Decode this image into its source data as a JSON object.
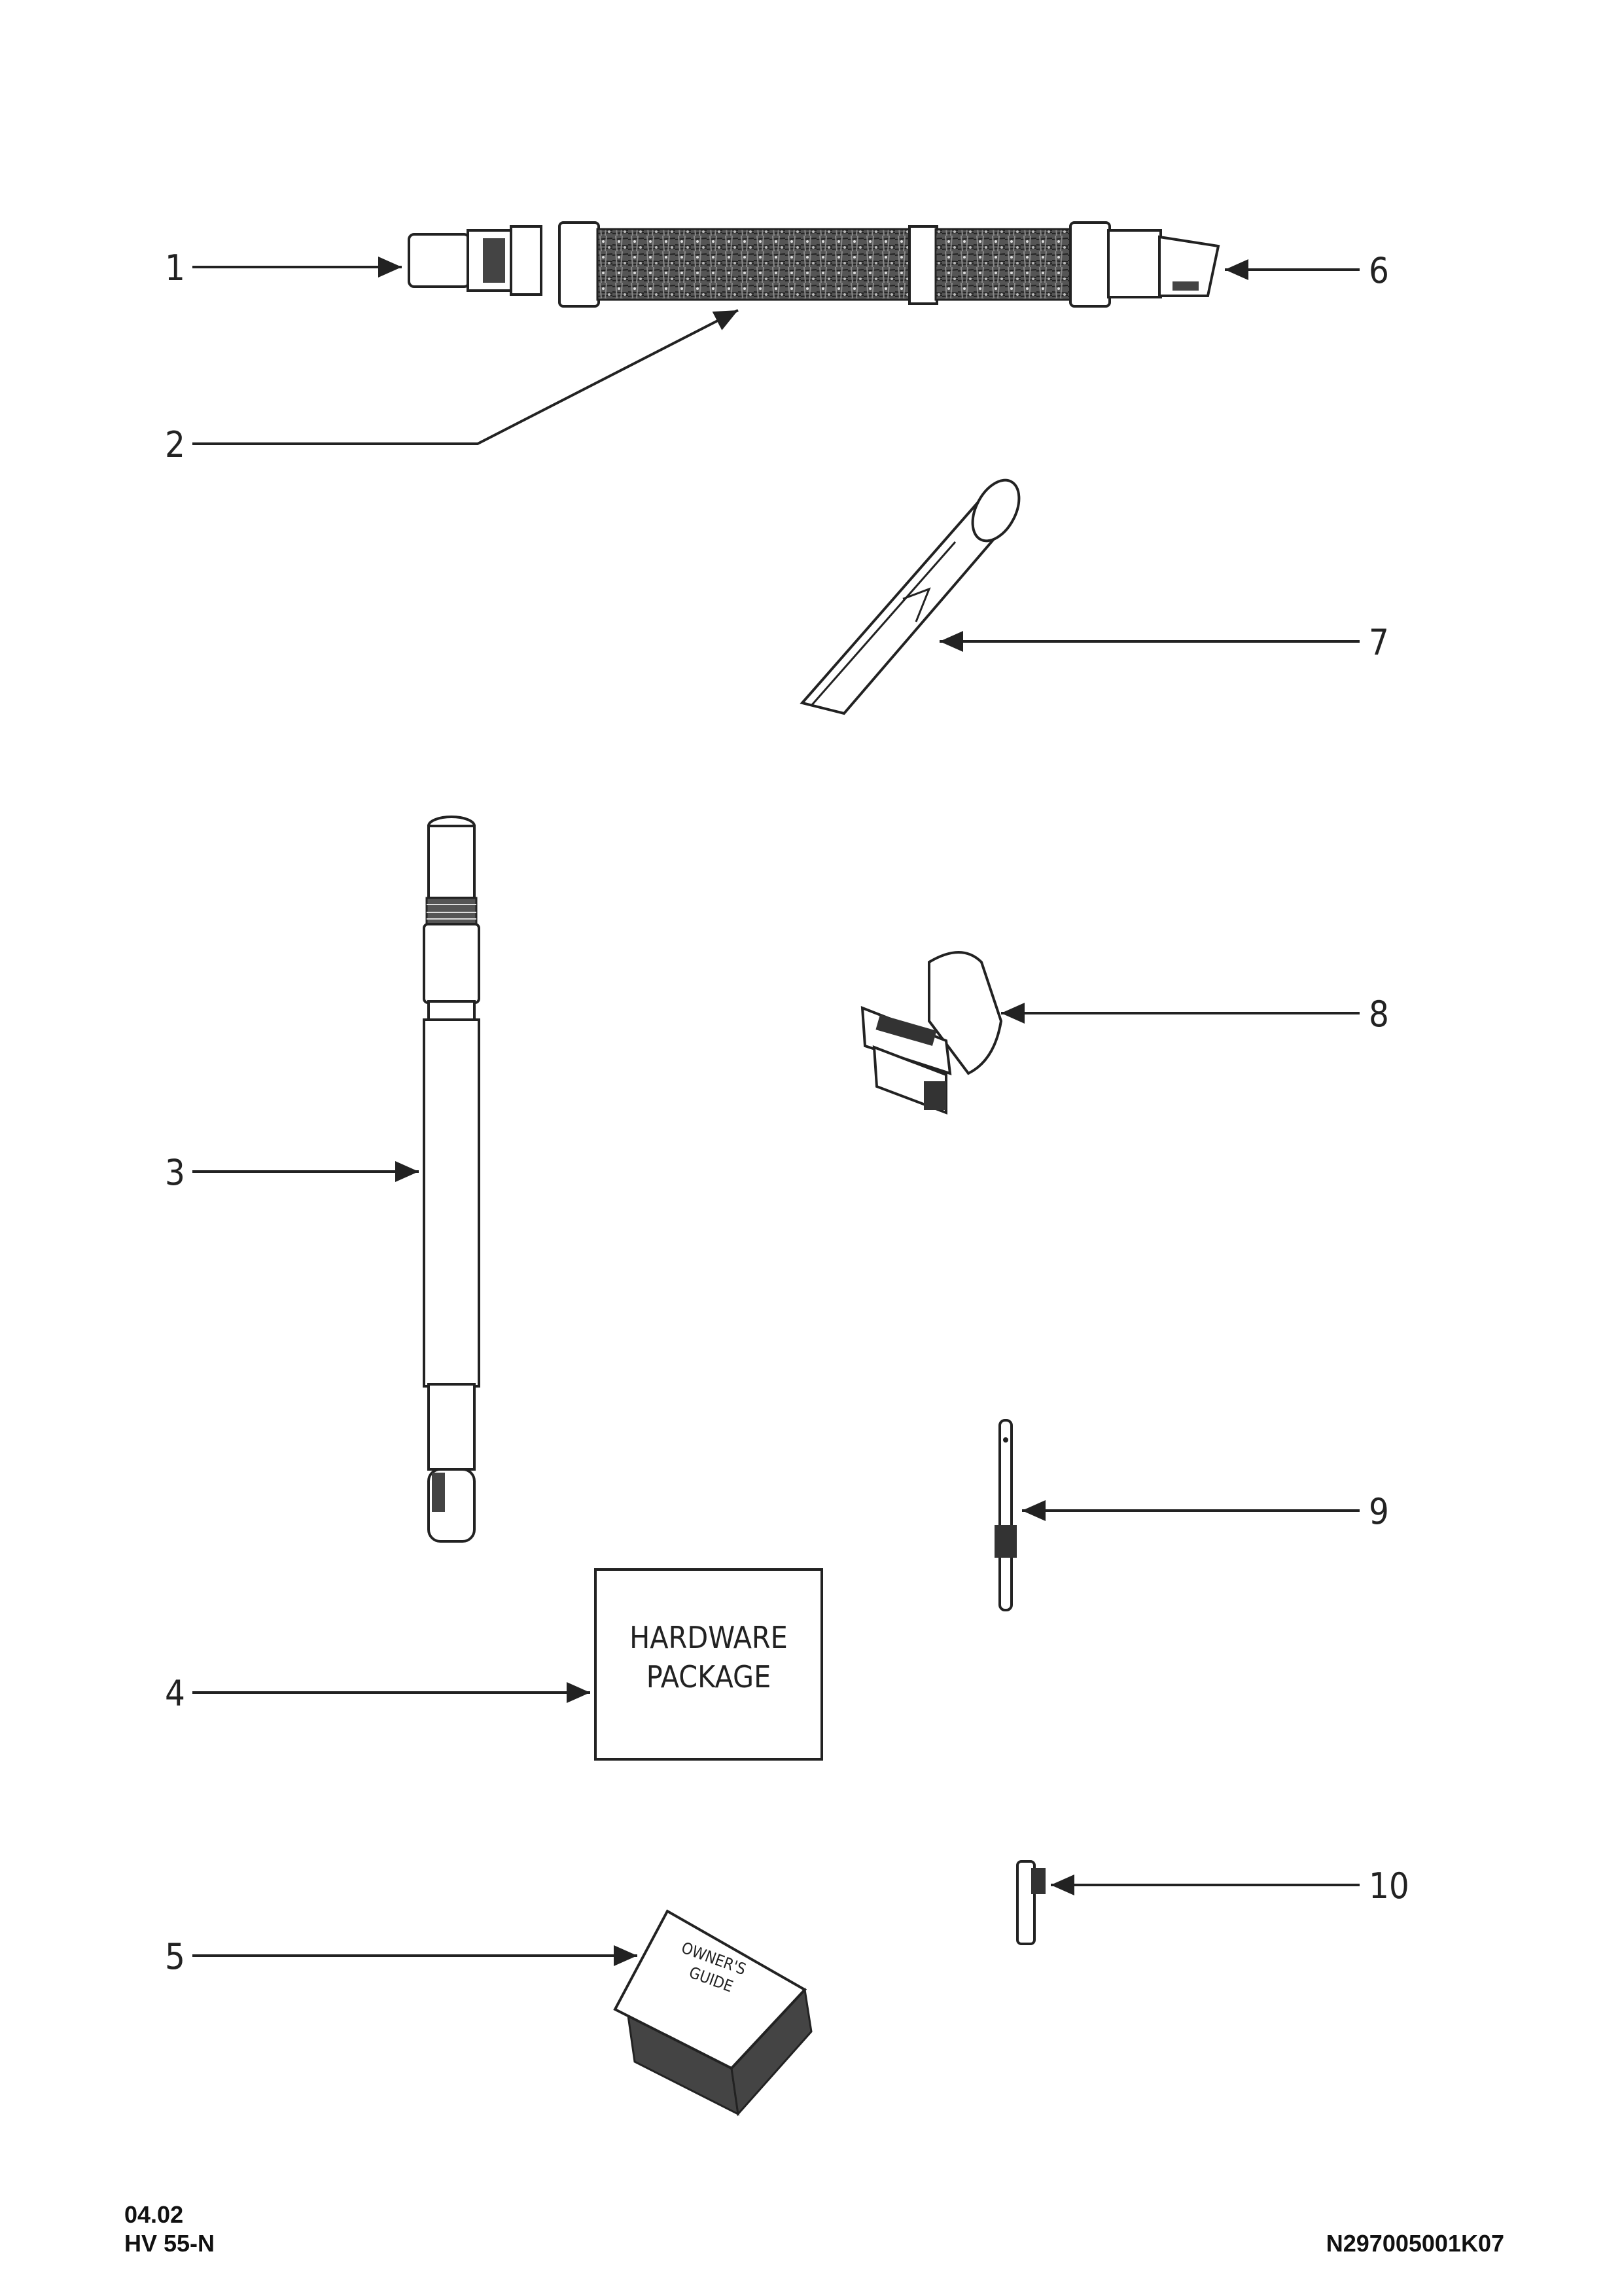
{
  "callouts": [
    "1",
    "2",
    "3",
    "4",
    "5",
    "6",
    "7",
    "8",
    "9",
    "10"
  ],
  "hardware_box": {
    "line1": "HARDWARE",
    "line2": "PACKAGE"
  },
  "owners_guide": {
    "line1": "OWNER'S",
    "line2": "GUIDE"
  },
  "footer": {
    "date": "04.02",
    "model": "HV 55-N",
    "part_number": "N297005001K07"
  }
}
